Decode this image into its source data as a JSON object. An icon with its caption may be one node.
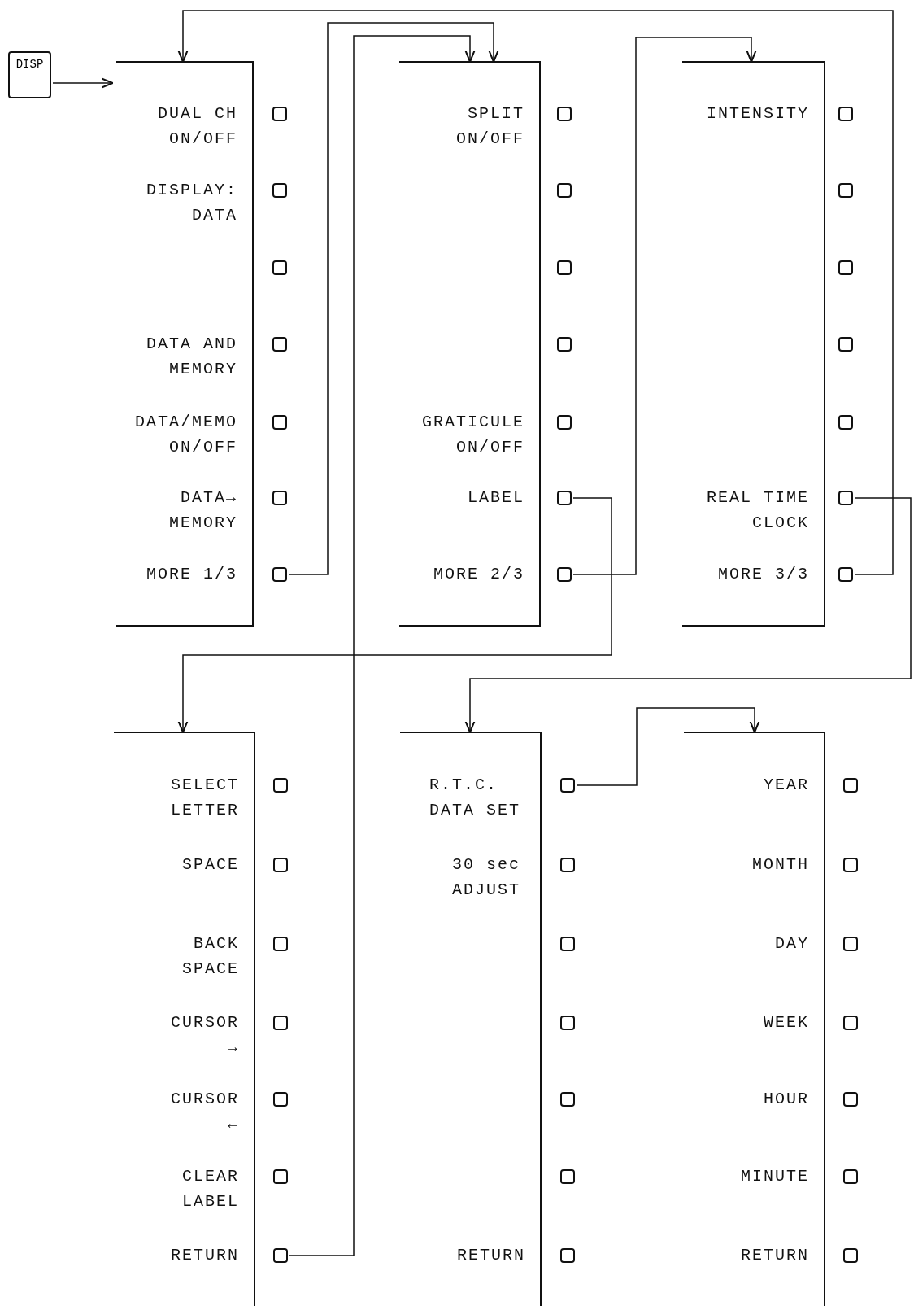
{
  "diagram": {
    "nodes": [
      {
        "text": [
          "DISP"
        ]
      },
      {
        "text": [],
        "shape": "box"
      },
      {
        "text": [
          "DUAL CH ON/OFF"
        ]
      },
      {
        "text": [
          "DISPLAY: DATA"
        ]
      },
      {
        "text": [],
        "shape": "box"
      },
      {
        "text": [
          "DATA AND MEMORY"
        ]
      },
      {
        "text": [
          "DATA/MEMO ON/OFF"
        ]
      },
      {
        "text": [
          "DATA→ MEMORY"
        ]
      },
      {
        "text": [
          "MORE 1/3"
        ]
      },
      {
        "text": [],
        "shape": "box"
      },
      {
        "text": [
          "SPLIT ON/OFF"
        ]
      },
      {
        "text": [],
        "shape": "box"
      },
      {
        "text": [],
        "shape": "box"
      },
      {
        "text": [],
        "shape": "box"
      },
      {
        "text": [
          "GRATICULE ON/OFF"
        ]
      },
      {
        "text": [
          "LABEL"
        ]
      },
      {
        "text": [
          "MORE 2/3"
        ]
      },
      {
        "text": [],
        "shape": "box"
      },
      {
        "text": [
          "INTENSITY"
        ]
      },
      {
        "text": [],
        "shape": "box"
      },
      {
        "text": [],
        "shape": "box"
      },
      {
        "text": [],
        "shape": "box"
      },
      {
        "text": [],
        "shape": "box"
      },
      {
        "text": [
          "REAL TIME CLOCK"
        ]
      },
      {
        "text": [
          "MORE 3/3"
        ]
      },
      {
        "text": [],
        "shape": "box"
      },
      {
        "text": [
          "SELECT LETTER"
        ]
      },
      {
        "text": [
          "SPACE"
        ]
      },
      {
        "text": [
          "BACK SPACE"
        ]
      },
      {
        "text": [
          "CURSOR →"
        ]
      },
      {
        "text": [
          "CURSOR ←"
        ]
      },
      {
        "text": [
          "CLEAR LABEL"
        ]
      },
      {
        "text": [
          "RETURN"
        ]
      },
      {
        "text": [],
        "shape": "box"
      },
      {
        "text": [
          "R.T.C. DATA SET"
        ]
      },
      {
        "text": [
          "30 sec ADJUST"
        ]
      },
      {
        "text": [],
        "shape": "box"
      },
      {
        "text": [],
        "shape": "box"
      },
      {
        "text": [],
        "shape": "box"
      },
      {
        "text": [],
        "shape": "box"
      },
      {
        "text": [
          "RETURN"
        ]
      },
      {
        "text": [],
        "shape": "box"
      },
      {
        "text": [
          "YEAR"
        ]
      },
      {
        "text": [
          "MONTH"
        ]
      },
      {
        "text": [
          "DAY"
        ]
      },
      {
        "text": [
          "WEEK"
        ]
      },
      {
        "text": [
          "HOUR"
        ]
      },
      {
        "text": [
          "MINUTE"
        ]
      },
      {
        "text": [
          "RETURN"
        ]
      }
    ],
    "edges": [
      {
        "from": 0,
        "to": 1,
        "arrow": "to"
      },
      {
        "from": 8,
        "to": 9,
        "arrow": "to"
      },
      {
        "from": 16,
        "to": 17,
        "arrow": "to"
      },
      {
        "from": 15,
        "to": 25,
        "arrow": "to"
      },
      {
        "from": 24,
        "to": 1,
        "arrow": "to"
      },
      {
        "from": 23,
        "to": 33,
        "arrow": "to"
      },
      {
        "from": 32,
        "to": 9,
        "arrow": "to"
      },
      {
        "from": 34,
        "to": 41,
        "arrow": "to"
      }
    ]
  }
}
